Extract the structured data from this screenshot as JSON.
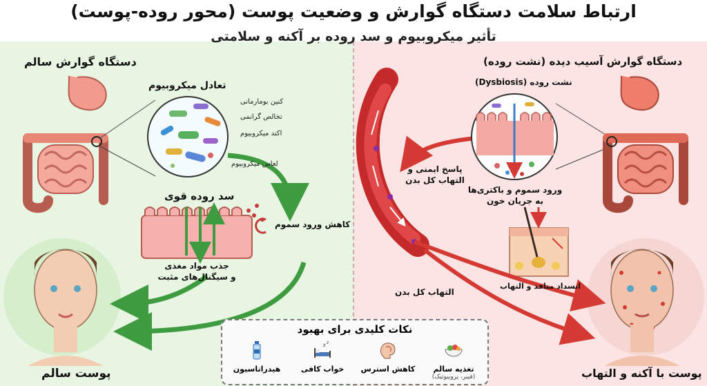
{
  "title": "ارتباط سلامت دستگاه گوارش و وضعیت پوست (محور روده-پوست)",
  "subtitle": "تأثیر میکروبیوم و سد روده بر آکنه و سلامتی",
  "left": {
    "heading": "دستگاه گوارش سالم",
    "balance_label": "تعادل میکروبیوم",
    "bacteria_labels": [
      "کنین بومارمانی",
      "تخالص گرانمی",
      "اکند میکروبیوم",
      "لعاس میکروبیوم"
    ],
    "barrier_label": "سد روده قوی",
    "toxin_label": "کاهش ورود سموم",
    "absorb_label_1": "جذب مواد مغذی",
    "absorb_label_2": "و سیگنال‌های مثبت",
    "skin_label": "پوست سالم"
  },
  "right": {
    "heading": "دستگاه گوارش آسیب دیده (نشت روده)",
    "leaky_label": "نشت روده (Dysbiosis)",
    "immune_label_1": "پاسخ ایمنی و",
    "immune_label_2": "التهاب کل بدن",
    "toxin_entry_1": "ورود سموم و باکتری‌ها",
    "toxin_entry_2": "به جریان خون",
    "inflammation_label": "التهاب کل بدن",
    "pore_label": "انسداد منافذ و التهاب",
    "skin_label": "پوست با آکنه و التهاب"
  },
  "tips": {
    "title": "نکات کلیدی برای بهبود",
    "items": [
      {
        "icon": "salad-icon",
        "label": "تغذیه سالم",
        "note": "(فیبر، پروبیوتیک)"
      },
      {
        "icon": "brain-icon",
        "label": "کاهش استرس",
        "note": ""
      },
      {
        "icon": "bed-icon",
        "label": "خواب کافی",
        "note": ""
      },
      {
        "icon": "water-bottle-icon",
        "label": "هیدراتاسیون",
        "note": ""
      }
    ]
  },
  "colors": {
    "healthy_bg": "#e9f5e3",
    "damaged_bg": "#fbe4e3",
    "green_arrow": "#3f9b3f",
    "red_arrow": "#d43a33"
  }
}
